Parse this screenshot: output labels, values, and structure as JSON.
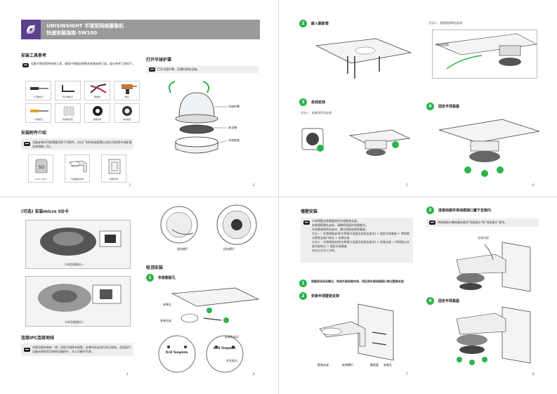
{
  "header": {
    "line1": "UNISINSIGHT 半球型网络摄像机",
    "line2": "快速安装指南-5W100"
  },
  "p1": {
    "tools_title": "安装工具参考",
    "tools_note": "设备不随机提供安装工具，请用户根据安装需求准备安装工具。部分参考工具如下。",
    "tools": [
      "十字螺丝刀",
      "内六角扳手",
      "剥线钳",
      "电钻",
      "一字螺丝刀",
      "防静电手套",
      "绝缘胶布",
      "防水胶带"
    ],
    "acc_title": "安装附件介绍",
    "acc_note": "设备安装时可能需要用到下列附件，在出厂附件缺省配置以实际为准(附件选配请咨询销售人员)。",
    "accessories": [
      "micro SD卡",
      "半球壁装支架",
      "吊装支架"
    ],
    "num": "1"
  },
  "p2": {
    "title": "打开半球护罩",
    "note": "打开半球护罩，无需拆卸安全绳。",
    "callouts": [
      "半球护罩",
      "安全绳",
      "半球底座"
    ],
    "num": "2"
  },
  "p3": {
    "title": "(可选) 安装micro SD卡",
    "cap1": "半球型摄像机一",
    "cap2": "半球型摄像机二",
    "conn_title": "连接IPC连接地线",
    "conn_note": "如果设备安装地（墙）的地不相距有铜管，安装时务必进行防分保地，否则因为设备未接地而导致的设备损坏，本公司概不负责。",
    "num": "3"
  },
  "p4": {
    "labels": [
      "接地螺钉",
      "接地螺钉"
    ],
    "title": "吸顶安装",
    "step1": "安装膨胀孔",
    "callouts": [
      "安装孔",
      "安装孔板",
      "Drill Template",
      "Drill Template",
      "走线孔标记",
      "开孔标记"
    ],
    "num": "4"
  },
  "p5": {
    "step2": "敲入膨胀管",
    "step3": "走线走线",
    "method1": "方法一：安装顶开孔走线",
    "num": "5"
  },
  "p6": {
    "method2": "方法二：直接底部侧出走线",
    "label": "半球接线面",
    "step4": "固定半球基座",
    "num": "6"
  },
  "p7": {
    "title": "墙壁安装",
    "note_lines": [
      "半球墙壁安装需要使用半球壁装支架。",
      "安装墙壁需先走线，请确保墙面的承重能力。",
      "半球基座接线支架对，建议用胶加锁到基座。",
      "方法一：外墙线缆走线(先将接口连接至安装支架内) > 固定半球基座 > 将线缆从壁装支架口穿出 > 安装支架",
      "方法二：外墙线缆走线(先将接口连接至安装支架内) > 安装支架 > 将线缆从支架内部穿过 > 固定半球基座",
      "本文以方法二为例。"
    ],
    "step1": "根据现场实际情况，完成外部线缆布线，然后将外部线缆接口穿过壁装支架",
    "step2": "安装半球壁装支架",
    "callouts": [
      "壁装支架",
      "安装螺钉",
      "膨胀管",
      "安装孔"
    ],
    "num": "7"
  },
  "p8": {
    "step3": "连接线缆并将线缆接口置于支架内",
    "note": "将线缆接头整体塞进放进\"线缆接头\"和\"线缆接头\"套牢。",
    "label_top": "支架内部",
    "step4": "固定半球基座",
    "num": "8"
  }
}
